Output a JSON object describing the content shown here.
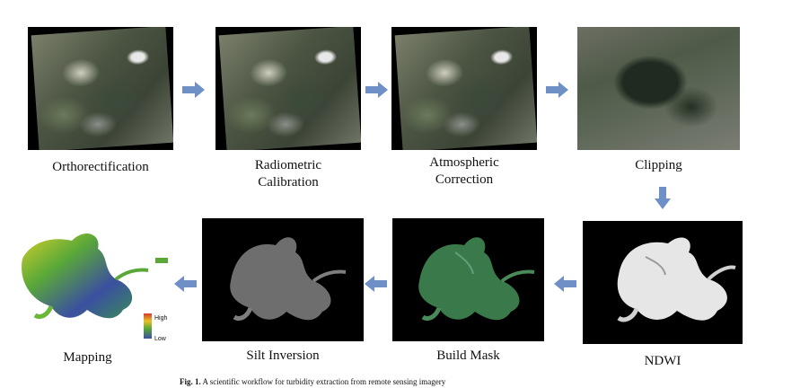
{
  "steps": {
    "orthorectification": "Orthorectification",
    "radiometric": "Radiometric\nCalibration",
    "atmospheric": "Atmospheric\nCorrection",
    "clipping": "Clipping",
    "ndwi": "NDWI",
    "build_mask": "Build Mask",
    "silt_inversion": "Silt Inversion",
    "mapping": "Mapping"
  },
  "legend": {
    "high": "High",
    "low": "Low"
  },
  "caption": {
    "prefix": "Fig. 1.",
    "text": "A scientific workflow for turbidity extraction from remote sensing imagery"
  },
  "colors": {
    "arrow": "#6f8fc7",
    "water_mask": "#3a7a4a",
    "mapping_low": "#3b4fa0",
    "mapping_high": "#d23a2a"
  }
}
